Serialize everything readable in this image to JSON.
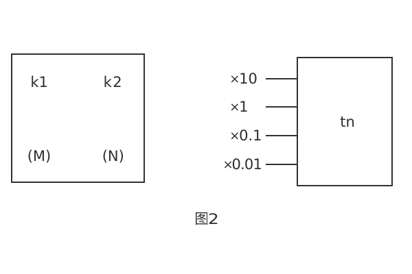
{
  "colors": {
    "ink": "#322d29",
    "background": "#ffffff"
  },
  "left_box": {
    "top_left_label": "k1",
    "top_right_label": "k2",
    "bottom_left_label": "(M)",
    "bottom_right_label": "(N)"
  },
  "right_box": {
    "label": "tn",
    "inputs": [
      {
        "symbol": "×",
        "value": "10",
        "label": "×10"
      },
      {
        "symbol": "×",
        "value": "1",
        "label": "×1"
      },
      {
        "symbol": "×",
        "value": "0.1",
        "label": "×0.1"
      },
      {
        "symbol": "×",
        "value": "0.01",
        "label": "×0.01"
      }
    ]
  },
  "caption": {
    "text": "图2",
    "prefix_char": "图",
    "figure_number": "2"
  }
}
